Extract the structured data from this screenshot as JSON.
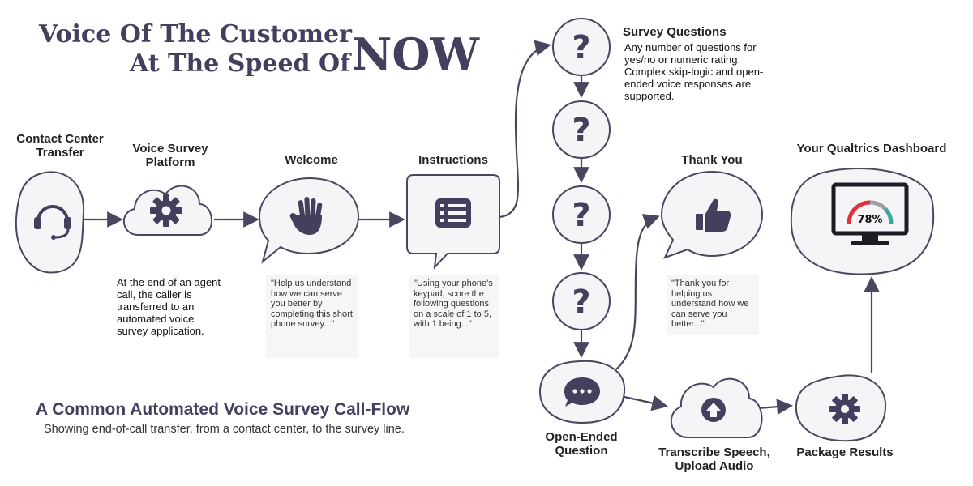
{
  "header": {
    "line1": "Voice Of The Customer",
    "line2": "At The Speed Of",
    "emphasis": "NOW"
  },
  "footer": {
    "title": "A Common Automated Voice Survey Call-Flow",
    "subtitle": "Showing end-of-call transfer, from a contact center, to the survey line."
  },
  "steps": {
    "contact_center": {
      "label": "Contact Center Transfer",
      "icon": "headset-icon",
      "description": "At the end of an agent call, the caller is transferred to an automated voice survey application."
    },
    "platform": {
      "label": "Voice Survey Platform",
      "icon": "gear-icon"
    },
    "welcome": {
      "label": "Welcome",
      "icon": "waving-hand-icon",
      "quote": "\"Help us understand how we can serve you better by completing this short phone survey...\""
    },
    "instructions": {
      "label": "Instructions",
      "icon": "list-icon",
      "quote": "\"Using your phone's keypad, score the following questions on a scale of 1 to 5, with 1 being...\""
    },
    "survey_questions": {
      "label": "Survey Questions",
      "icon": "question-icon",
      "glyph": "?",
      "description": "Any number of questions for yes/no or numeric rating. Complex skip-logic and open-ended voice responses are supported."
    },
    "open_ended": {
      "label": "Open-Ended Question",
      "icon": "speech-dots-icon"
    },
    "transcribe": {
      "label": "Transcribe Speech, Upload Audio",
      "icon": "upload-icon"
    },
    "package": {
      "label": "Package Results",
      "icon": "gear-icon"
    },
    "thank_you": {
      "label": "Thank You",
      "icon": "thumbs-up-icon",
      "quote": "\"Thank you for helping us understand how we can serve you better...\""
    },
    "dashboard": {
      "label": "Your Qualtrics Dashboard",
      "icon": "monitor-gauge-icon",
      "gauge_value": "78%"
    }
  },
  "colors": {
    "brand": "#453f5e",
    "shape_fill": "#f5f5f7",
    "shape_stroke": "#4b4560",
    "gauge_red": "#e0303a",
    "gauge_gray": "#9e9e9e",
    "gauge_teal": "#3aa8a0"
  }
}
